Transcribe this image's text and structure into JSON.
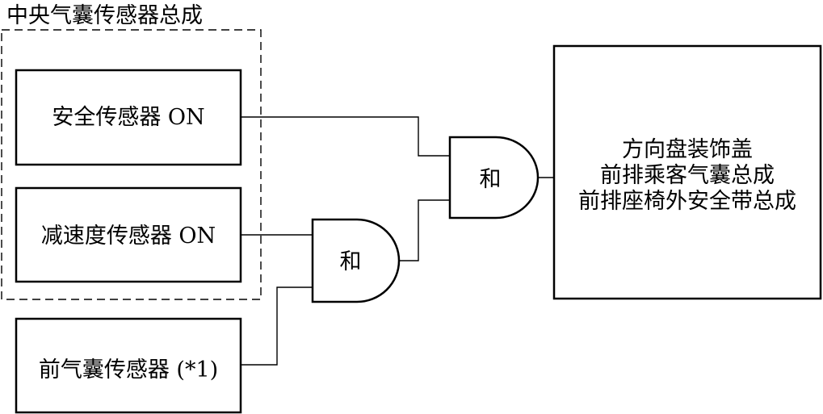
{
  "group": {
    "title": "中央气囊传感器总成"
  },
  "sensors": {
    "safety": "安全传感器 ON",
    "decel": "减速度传感器 ON",
    "front": "前气囊传感器 (*1)"
  },
  "gates": {
    "lower": "和",
    "upper": "和"
  },
  "output": {
    "lines": [
      "方向盘装饰盖",
      "前排乘客气囊总成",
      "前排座椅外安全带总成"
    ]
  }
}
